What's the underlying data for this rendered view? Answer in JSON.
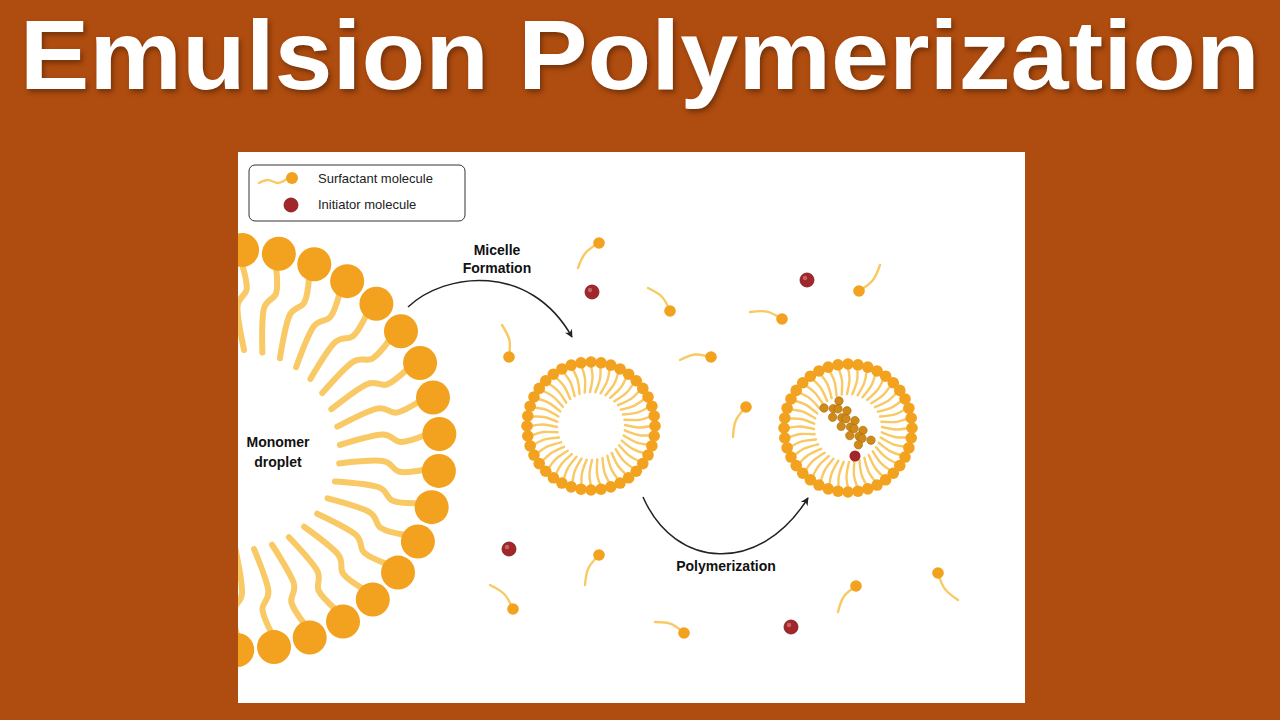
{
  "diagram": {
    "title": "Emulsion Polymerization",
    "nodes": [
      {
        "text": [
          "Monomer droplet"
        ]
      }
    ],
    "labels": [
      "Micelle Formation",
      "Polymerization"
    ],
    "legend": [
      {
        "text": "Surfactant molecule"
      },
      {
        "text": "Initiator molecule",
        "color": "#a3262a"
      }
    ]
  }
}
